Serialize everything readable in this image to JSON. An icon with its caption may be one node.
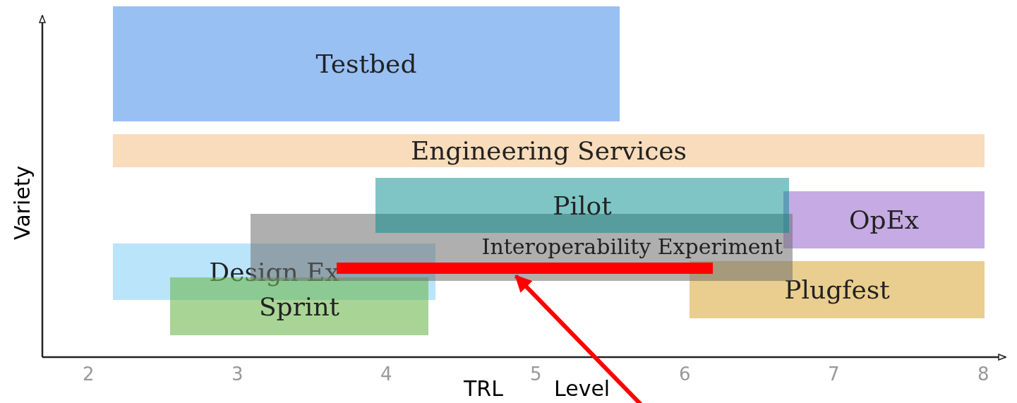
{
  "diagram": {
    "nodes": [
      {
        "text": [
          "Testbed"
        ]
      },
      {
        "text": [
          "Engineering Services"
        ]
      },
      {
        "text": [
          "Pilot"
        ]
      },
      {
        "text": [
          "OpEx"
        ]
      },
      {
        "text": [
          "Interoperability Experiment"
        ]
      },
      {
        "text": [
          "Design Ex"
        ]
      },
      {
        "text": [
          "Sprint"
        ]
      },
      {
        "text": [
          "Plugfest"
        ]
      },
      {
        "text": [],
        "shape": "bar",
        "in": 4
      }
    ],
    "edges": [
      {
        "from": null,
        "to": 8,
        "arrow": "to",
        "color": "#ff0000"
      }
    ],
    "labels": [
      "Variety",
      "2",
      "3",
      "4",
      "5",
      "6",
      "7",
      "8",
      "TRL",
      "Level"
    ]
  }
}
